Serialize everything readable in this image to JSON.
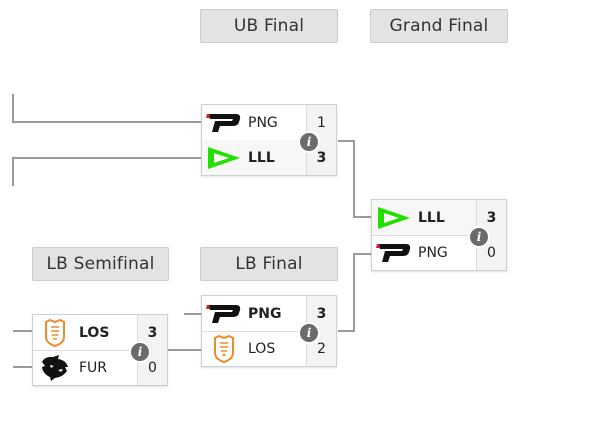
{
  "stages": {
    "ub_final": "UB Final",
    "grand_final": "Grand Final",
    "lb_semifinal": "LB Semifinal",
    "lb_final": "LB Final"
  },
  "matches": {
    "ub_final": {
      "team1": {
        "name": "PNG",
        "score": "1",
        "logo": "pain-gaming-logo"
      },
      "team2": {
        "name": "LLL",
        "score": "3",
        "logo": "loud-logo"
      },
      "info_label": "i"
    },
    "grand_final": {
      "team1": {
        "name": "LLL",
        "score": "3",
        "logo": "loud-logo"
      },
      "team2": {
        "name": "PNG",
        "score": "0",
        "logo": "pain-gaming-logo"
      },
      "info_label": "i"
    },
    "lb_semifinal": {
      "team1": {
        "name": "LOS",
        "score": "3",
        "logo": "los-grandes-logo"
      },
      "team2": {
        "name": "FUR",
        "score": "0",
        "logo": "furia-logo"
      },
      "info_label": "i"
    },
    "lb_final": {
      "team1": {
        "name": "PNG",
        "score": "3",
        "logo": "pain-gaming-logo"
      },
      "team2": {
        "name": "LOS",
        "score": "2",
        "logo": "los-grandes-logo"
      },
      "info_label": "i"
    }
  },
  "colors": {
    "loud_green": "#22e000",
    "pain_dark": "#111111",
    "pain_red": "#d21f2b",
    "los_orange": "#f08a2b",
    "connector": "#9a9a9a"
  }
}
